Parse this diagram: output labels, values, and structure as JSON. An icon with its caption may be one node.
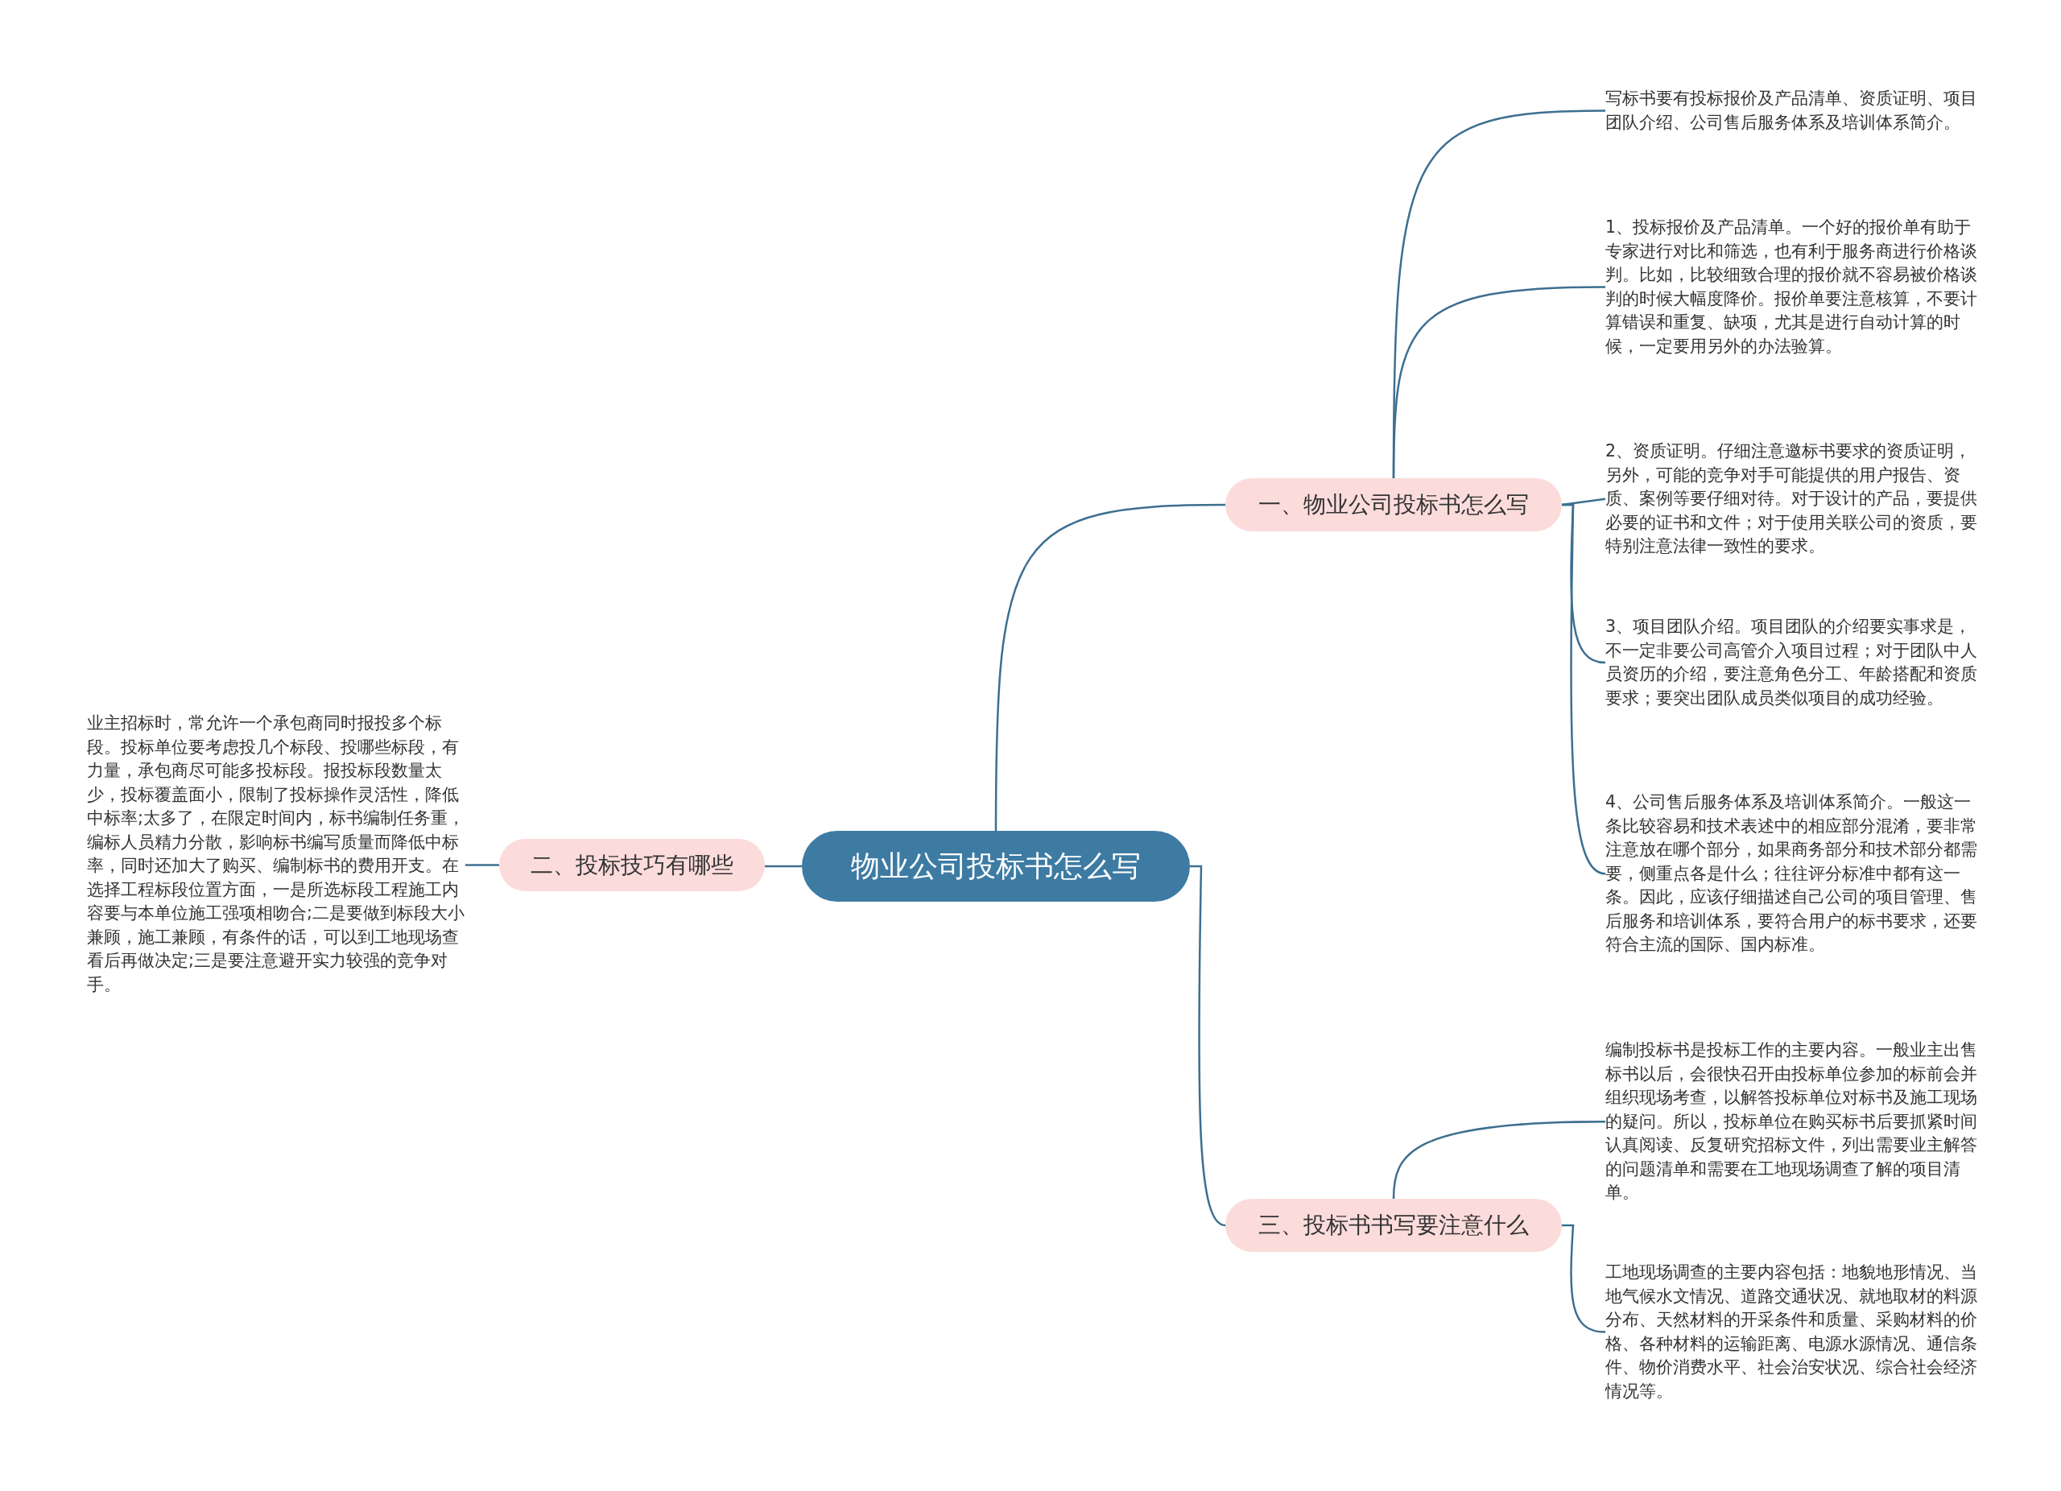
{
  "diagram": {
    "nodes": [
      {
        "text": [
          "物业公司投标书怎么写"
        ]
      },
      {
        "text": [
          "一、物业公司投标书怎么写"
        ]
      },
      {
        "text": [
          "二、投标技巧有哪些"
        ]
      },
      {
        "text": [
          "三、投标书书写要注意什么"
        ]
      },
      {
        "text": [
          "写标书要有投标报价及产品清单、资质证明、项目团队介绍、公司售后服务体系及培训体系简介。"
        ]
      },
      {
        "text": [
          "1、投标报价及产品清单。一个好的报价单有助于专家进行对比和筛选，也有利于服务商进行价格谈判。比如，比较细致合理的报价就不容易被价格谈判的时候大幅度降价。报价单要注意核算，不要计算错误和重复、缺项，尤其是进行自动计算的时候，一定要用另外的办法验算。"
        ]
      },
      {
        "text": [
          "2、资质证明。仔细注意邀标书要求的资质证明，另外，可能的竞争对手可能提供的用户报告、资质、案例等要仔细对待。对于设计的产品，要提供必要的证书和文件；对于使用关联公司的资质，要特别注意法律一致性的要求。"
        ]
      },
      {
        "text": [
          "3、项目团队介绍。项目团队的介绍要实事求是，不一定非要公司高管介入项目过程；对于团队中人员资历的介绍，要注意角色分工、年龄搭配和资质要求；要突出团队成员类似项目的成功经验。"
        ]
      },
      {
        "text": [
          "4、公司售后服务体系及培训体系简介。一般这一条比较容易和技术表述中的相应部分混淆，要非常注意放在哪个部分，如果商务部分和技术部分都需要，侧重点各是什么；往往评分标准中都有这一条。因此，应该仔细描述自己公司的项目管理、售后服务和培训体系，要符合用户的标书要求，还要符合主流的国际、国内标准。"
        ]
      },
      {
        "text": [
          "业主招标时，常允许一个承包商同时报投多个标段。投标单位要考虑投几个标段、投哪些标段，有力量，承包商尽可能多投标段。报投标段数量太少，投标覆盖面小，限制了投标操作灵活性，降低中标率;太多了，在限定时间内，标书编制任务重，编标人员精力分散，影响标书编写质量而降低中标率，同时还加大了购买、编制标书的费用开支。在选择工程标段位置方面，一是所选标段工程施工内容要与本单位施工强项相吻合;二是要做到标段大小兼顾，施工兼顾，有条件的话，可以到工地现场查看后再做决定;三是要注意避开实力较强的竞争对手。"
        ]
      },
      {
        "text": [
          "编制投标书是投标工作的主要内容。一般业主出售标书以后，会很快召开由投标单位参加的标前会并组织现场考查，以解答投标单位对标书及施工现场的疑问。所以，投标单位在购买标书后要抓紧时间认真阅读、反复研究招标文件，列出需要业主解答的问题清单和需要在工地现场调查了解的项目清单。"
        ]
      },
      {
        "text": [
          "工地现场调查的主要内容包括：地貌地形情况、当地气候水文情况、道路交通状况、就地取材的料源分布、天然材料的开采条件和质量、采购材料的价格、各种材料的运输距离、电源水源情况、通信条件、物价消费水平、社会治安状况、综合社会经济情况等。"
        ]
      }
    ],
    "edges": [
      {
        "from": 0,
        "to": 1,
        "arrow": "none"
      },
      {
        "from": 0,
        "to": 2,
        "arrow": "none"
      },
      {
        "from": 0,
        "to": 3,
        "arrow": "none"
      },
      {
        "from": 1,
        "to": 4,
        "arrow": "none"
      },
      {
        "from": 1,
        "to": 5,
        "arrow": "none"
      },
      {
        "from": 1,
        "to": 6,
        "arrow": "none"
      },
      {
        "from": 1,
        "to": 7,
        "arrow": "none"
      },
      {
        "from": 1,
        "to": 8,
        "arrow": "none"
      },
      {
        "from": 2,
        "to": 9,
        "arrow": "none"
      },
      {
        "from": 3,
        "to": 10,
        "arrow": "none"
      },
      {
        "from": 3,
        "to": 11,
        "arrow": "none"
      }
    ]
  }
}
